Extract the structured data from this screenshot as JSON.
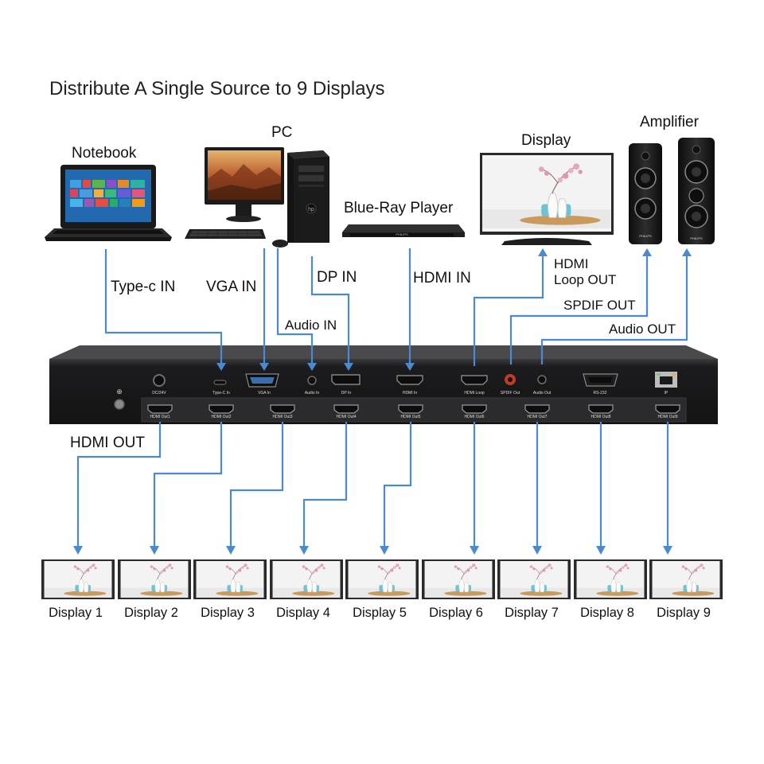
{
  "title": "Distribute A Single Source to 9 Displays",
  "sources": {
    "notebook": "Notebook",
    "pc": "PC",
    "bluray": "Blue-Ray Player",
    "display": "Display",
    "amplifier": "Amplifier"
  },
  "connections": {
    "typec_in": "Type-c IN",
    "vga_in": "VGA IN",
    "dp_in": "DP IN",
    "hdmi_in": "HDMI IN",
    "audio_in": "Audio IN",
    "hdmi_loop_out_1": "HDMI",
    "hdmi_loop_out_2": "Loop OUT",
    "spdif_out": "SPDIF OUT",
    "audio_out": "Audio OUT",
    "hdmi_out": "HDMI OUT"
  },
  "device_brand": "PHILIPS",
  "panel_ports": {
    "dc": "DC/24V",
    "typec": "Type-C In",
    "vga": "VGA In",
    "audio_in": "Audio In",
    "dp": "DP In",
    "hdmi_in": "HDMI In",
    "hdmi_loop": "HDMI Loop",
    "spdif": "SPDIF Out",
    "audio_out": "Audio Out",
    "rs232": "RS-232",
    "ip": "IP"
  },
  "hdmi_outputs": [
    "HDMI Out1",
    "HDMI Out2",
    "HDMI Out3",
    "HDMI Out4",
    "HDMI Out5",
    "HDMI Out6",
    "HDMI Out7",
    "HDMI Out8",
    "HDMI Out9"
  ],
  "displays": [
    "Display 1",
    "Display 2",
    "Display 3",
    "Display 4",
    "Display 5",
    "Display 6",
    "Display 7",
    "Display 8",
    "Display 9"
  ],
  "colors": {
    "arrow": "#4a8ad0",
    "device_body": "#1c1c1e",
    "panel": "#2a2a2c"
  }
}
